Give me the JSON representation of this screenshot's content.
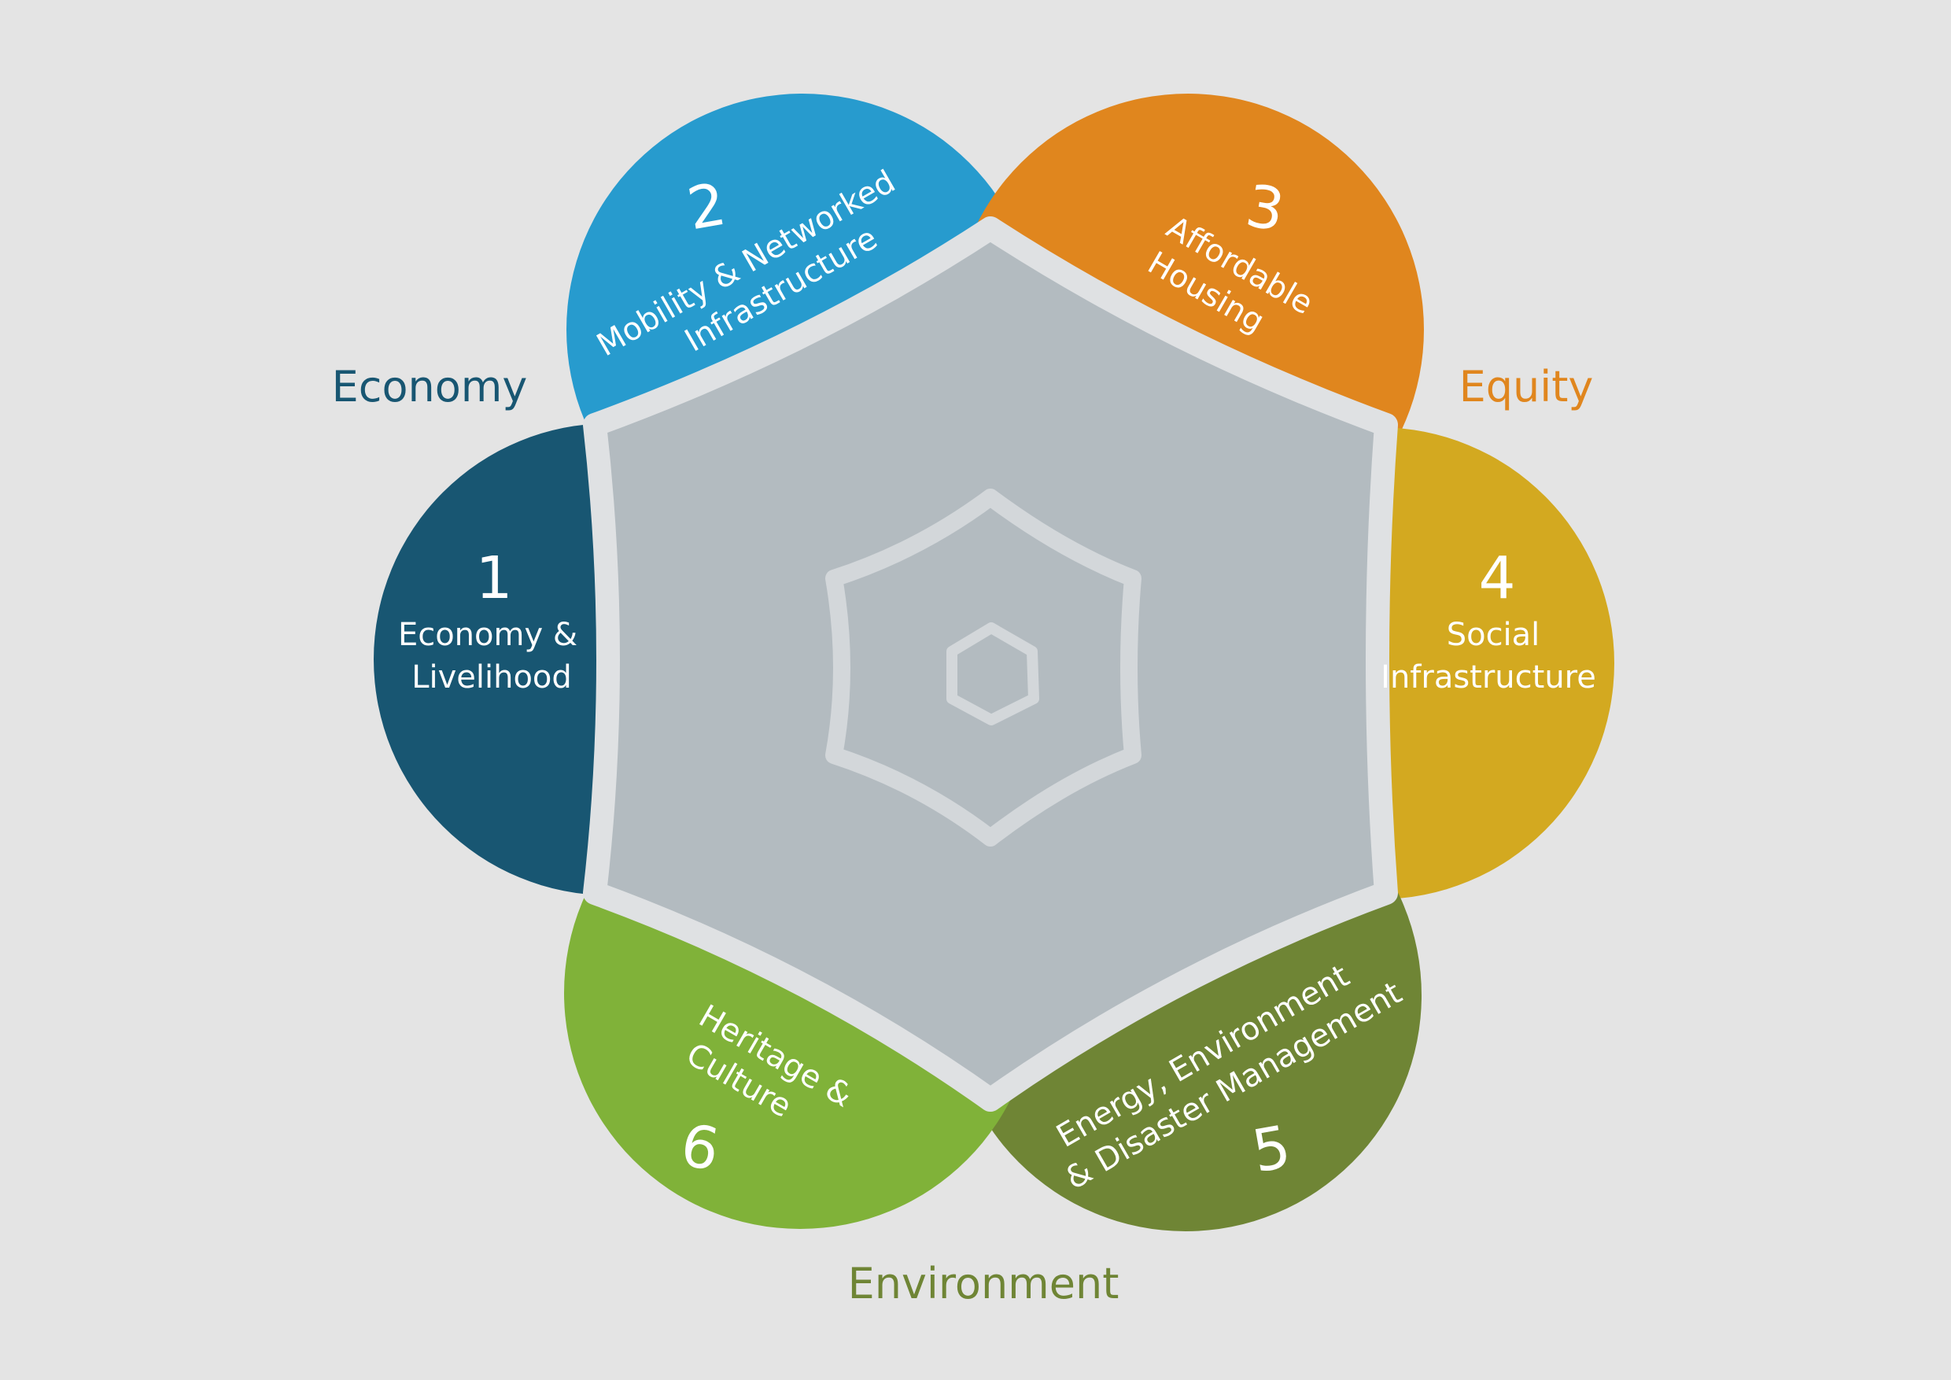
{
  "categories": {
    "economy": {
      "label": "Economy",
      "color": "#185672"
    },
    "equity": {
      "label": "Equity",
      "color": "#e0861e"
    },
    "environment": {
      "label": "Environment",
      "color": "#6f8535"
    }
  },
  "petals": [
    {
      "number": "1",
      "lines": [
        "Economy &",
        "Livelihood"
      ],
      "color": "#185672"
    },
    {
      "number": "2",
      "lines": [
        "Mobility & Networked",
        "Infrastructure"
      ],
      "color": "#279bce"
    },
    {
      "number": "3",
      "lines": [
        "Affordable",
        "Housing"
      ],
      "color": "#e0861e"
    },
    {
      "number": "4",
      "lines": [
        "Social",
        "Infrastructure"
      ],
      "color": "#d3a920"
    },
    {
      "number": "5",
      "lines": [
        "Energy, Environment",
        "& Disaster Management"
      ],
      "color": "#6f8535"
    },
    {
      "number": "6",
      "lines": [
        "Heritage &",
        "Culture"
      ],
      "color": "#80b239"
    }
  ]
}
